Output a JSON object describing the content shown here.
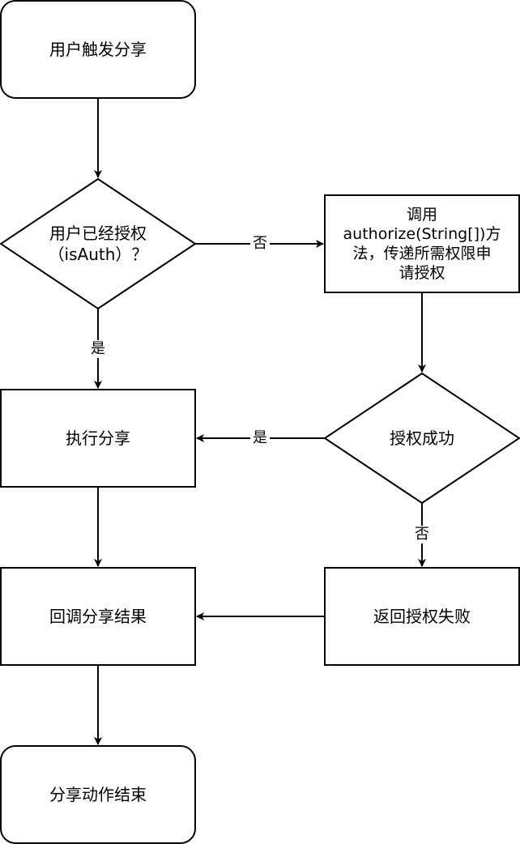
{
  "nodes": {
    "start": "用户触发分享",
    "decision_auth": "用户已经授权\n（isAuth）？",
    "call_authorize": "调用\nauthorize(String[])方\n法，传递所需权限申\n请授权",
    "execute_share": "执行分享",
    "decision_success": "授权成功",
    "callback_result": "回调分享结果",
    "return_fail": "返回授权失败",
    "end": "分享动作结束"
  },
  "edge_labels": {
    "auth_no": "否",
    "auth_yes": "是",
    "success_yes": "是",
    "success_no": "否"
  }
}
